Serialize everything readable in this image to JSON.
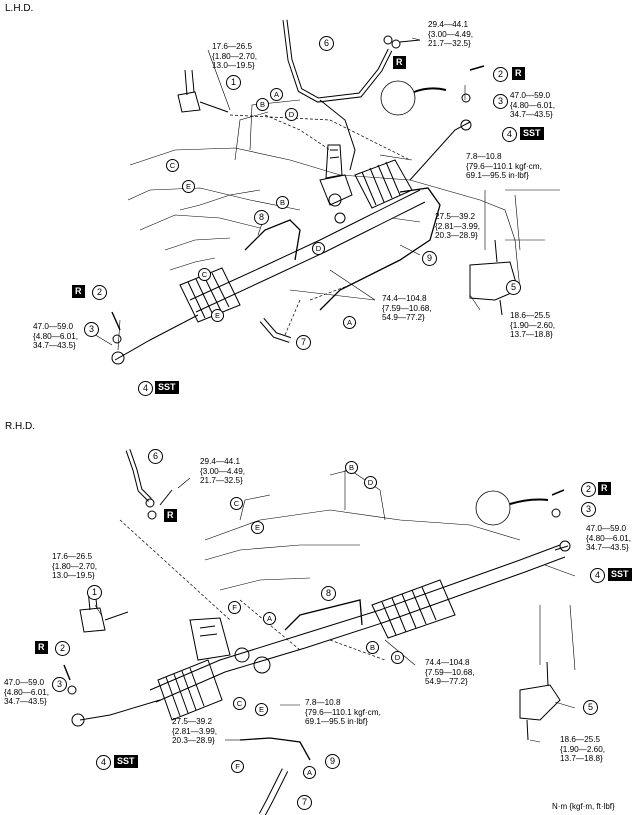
{
  "sections": {
    "lhd": "L.H.D.",
    "rhd": "R.H.D."
  },
  "torques": {
    "t_29": "29.4—44.1\n{3.00—4.49,\n21.7—32.5}",
    "t_17": "17.6—26.5\n{1.80—2.70,\n13.0—19.5}",
    "t_47": "47.0—59.0\n{4.80—6.01,\n34.7—43.5}",
    "t_78": "7.8—10.8\n{79.6—110.1 kgf·cm,\n69.1—95.5 in·lbf}",
    "t_275": "27.5—39.2\n{2.81—3.99,\n20.3—28.9}",
    "t_74": "74.4—104.8\n{7.59—10.68,\n54.9—77.2}",
    "t_186": "18.6—25.5\n{1.90—2.60,\n13.7—18.8}"
  },
  "labels": {
    "n1": "1",
    "n2": "2",
    "n3": "3",
    "n4": "4",
    "n5": "5",
    "n6": "6",
    "n7": "7",
    "n8": "8",
    "n9": "9",
    "a": "A",
    "b": "B",
    "c": "C",
    "d": "D",
    "e": "E",
    "f": "F",
    "r": "R",
    "sst": "SST"
  },
  "units": "N·m {kgf·m, ft·lbf}"
}
